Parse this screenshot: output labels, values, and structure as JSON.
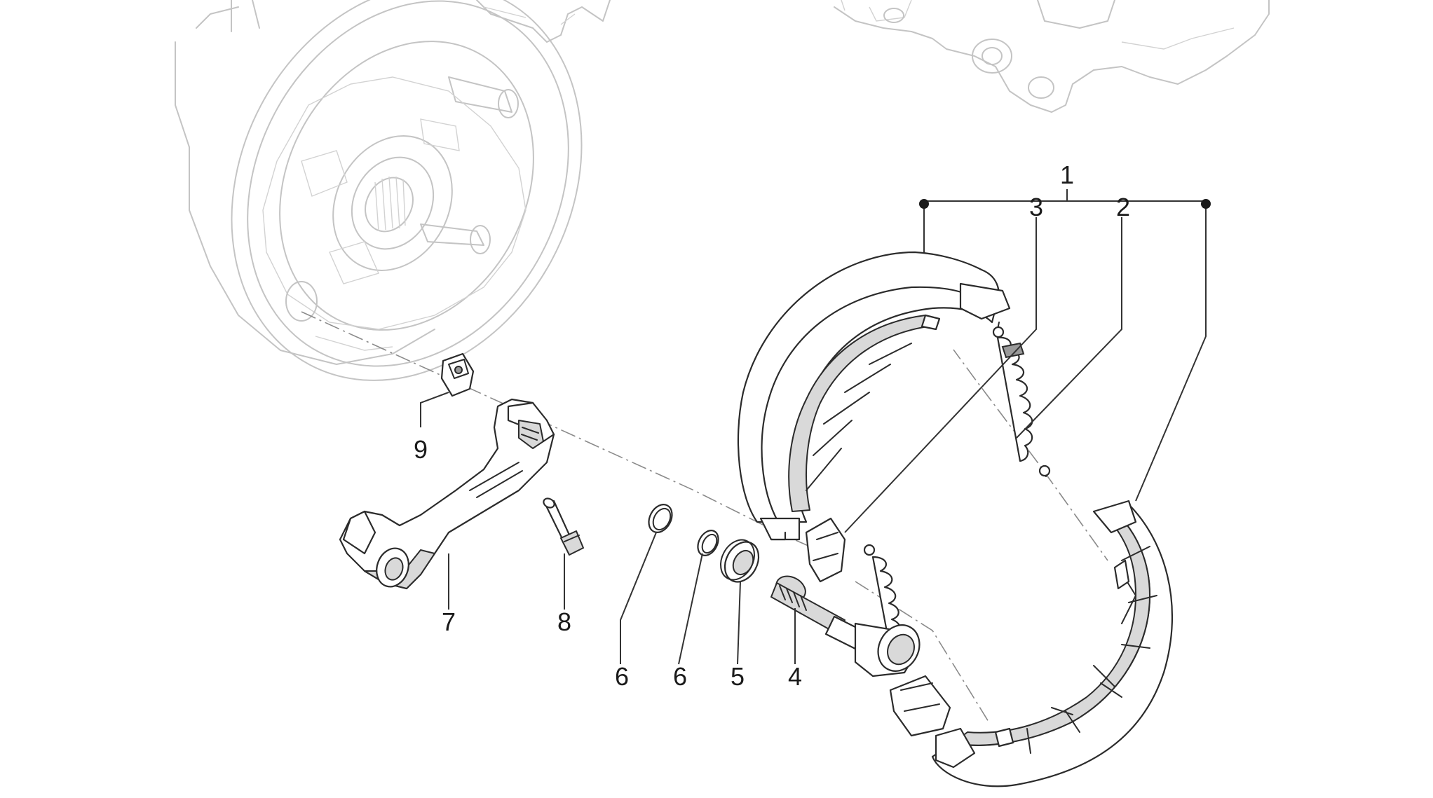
{
  "diagram": {
    "callouts": [
      {
        "id": "c1",
        "label": "1"
      },
      {
        "id": "c2",
        "label": "2"
      },
      {
        "id": "c3",
        "label": "3"
      },
      {
        "id": "c4",
        "label": "4"
      },
      {
        "id": "c5",
        "label": "5"
      },
      {
        "id": "c6a",
        "label": "6"
      },
      {
        "id": "c6b",
        "label": "6"
      },
      {
        "id": "c7",
        "label": "7"
      },
      {
        "id": "c8",
        "label": "8"
      },
      {
        "id": "c9",
        "label": "9"
      }
    ],
    "colors": {
      "line": "#2b2b2b",
      "ghost": "#c4c4c4",
      "shade": "#d9d9d9",
      "background": "#ffffff"
    }
  }
}
